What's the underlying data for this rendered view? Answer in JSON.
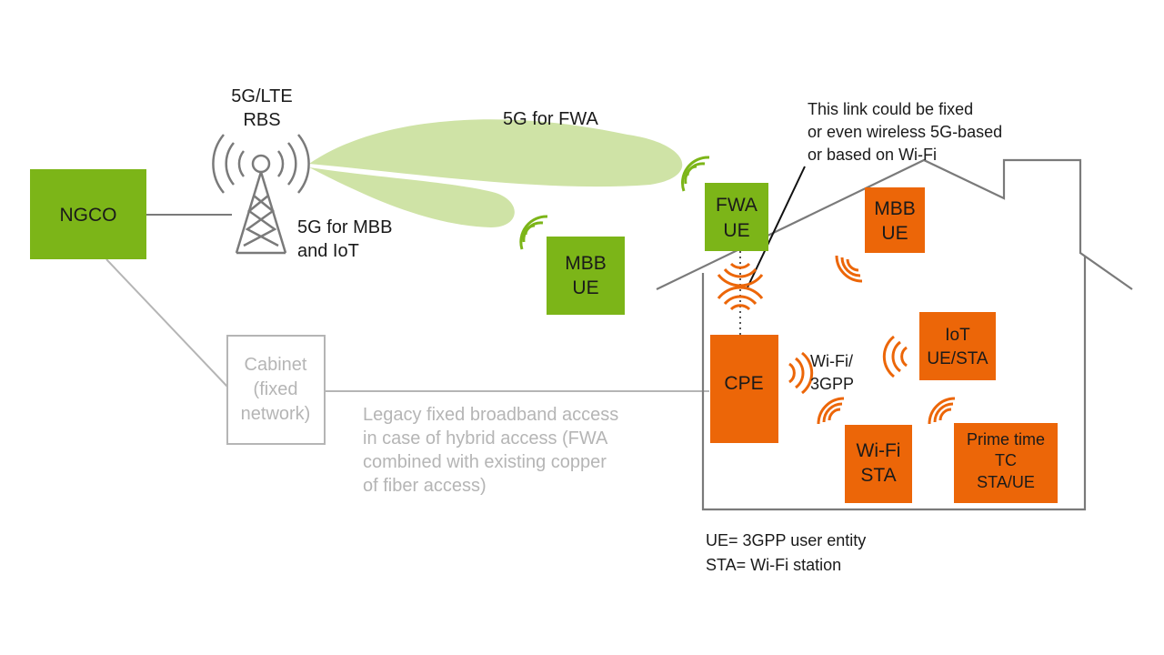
{
  "colors": {
    "green": "#7cb518",
    "orange": "#ec6608",
    "gray": "#7a7a7a",
    "light_gray": "#b5b5b5",
    "beam": "#cfe3a6",
    "text": "#1a1a1a"
  },
  "nodes": {
    "ngco": {
      "label": "NGCO"
    },
    "rbs": {
      "line1": "5G/LTE",
      "line2": "RBS"
    },
    "mbb_ue_outdoor": {
      "line1": "MBB",
      "line2": "UE"
    },
    "fwa_ue": {
      "line1": "FWA",
      "line2": "UE"
    },
    "mbb_ue_indoor": {
      "line1": "MBB",
      "line2": "UE"
    },
    "cpe": {
      "label": "CPE"
    },
    "iot": {
      "line1": "IoT",
      "line2": "UE/STA"
    },
    "wifi_sta": {
      "line1": "Wi-Fi",
      "line2": "STA"
    },
    "prime": {
      "line1": "Prime time",
      "line2": "TC",
      "line3": "STA/UE"
    },
    "cabinet": {
      "line1": "Cabinet",
      "line2": "(fixed",
      "line3": "network)"
    }
  },
  "labels": {
    "fwa_beam": "5G for FWA",
    "mbb_beam": {
      "line1": "5G for MBB",
      "line2": "and IoT"
    },
    "link_note": {
      "line1": "This link could be fixed",
      "line2": "or even wireless 5G-based",
      "line3": "or based on Wi-Fi"
    },
    "wifi_3gpp": {
      "line1": "Wi-Fi/",
      "line2": "3GPP"
    },
    "legacy": {
      "line1": "Legacy fixed broadband access",
      "line2": "in case of hybrid access (FWA",
      "line3": "combined with existing copper",
      "line4": "of fiber access)"
    }
  },
  "legend": {
    "ue": "UE= 3GPP user entity",
    "sta": "STA= Wi-Fi station"
  }
}
